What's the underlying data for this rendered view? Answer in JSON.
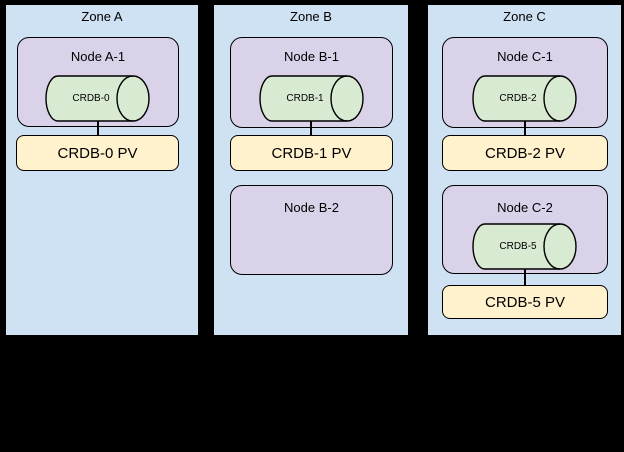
{
  "colors": {
    "background": "#000000",
    "zone_fill": "#cfe2f3",
    "node_fill": "#d9d2e9",
    "db_fill": "#d9ead3",
    "pv_fill": "#fff2cc",
    "stroke": "#000000"
  },
  "zones": [
    {
      "label": "Zone A",
      "nodes": [
        {
          "label": "Node A-1",
          "db": "CRDB-0",
          "pv": "CRDB-0 PV"
        }
      ]
    },
    {
      "label": "Zone B",
      "nodes": [
        {
          "label": "Node B-1",
          "db": "CRDB-1",
          "pv": "CRDB-1 PV"
        },
        {
          "label": "Node B-2"
        }
      ]
    },
    {
      "label": "Zone C",
      "nodes": [
        {
          "label": "Node C-1",
          "db": "CRDB-2",
          "pv": "CRDB-2 PV"
        },
        {
          "label": "Node C-2",
          "db": "CRDB-5",
          "pv": "CRDB-5 PV"
        }
      ]
    }
  ]
}
